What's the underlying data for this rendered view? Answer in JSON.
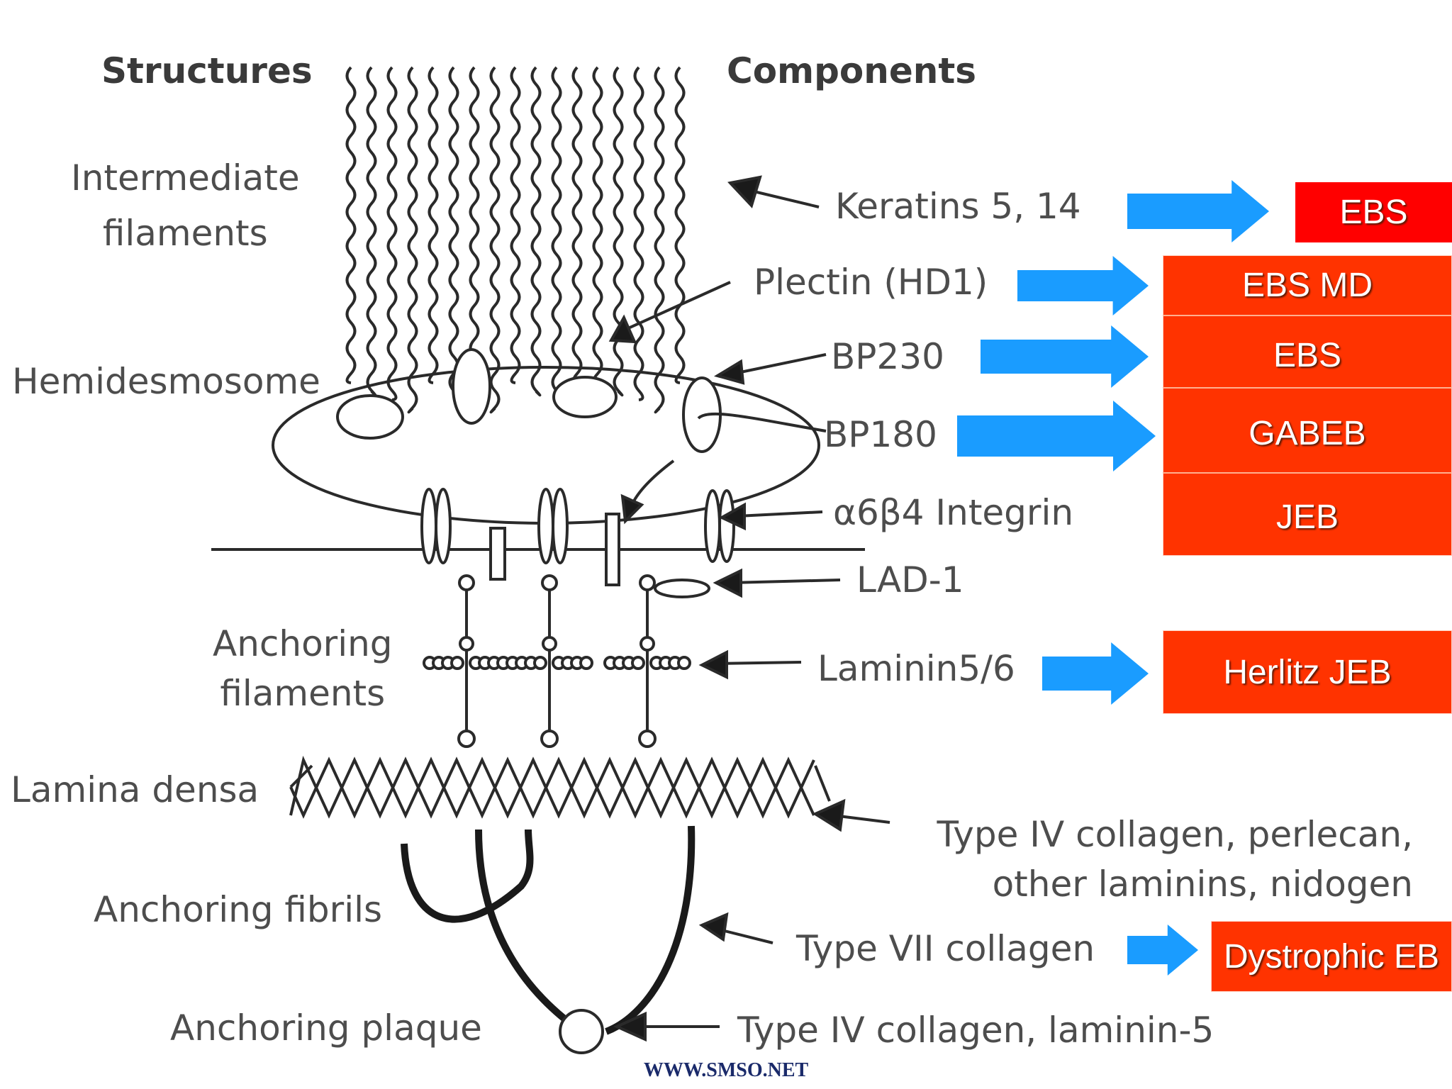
{
  "headings": {
    "structures": "Structures",
    "components": "Components"
  },
  "structures": {
    "intermediate_filaments": "Intermediate\nfilaments",
    "hemidesmosome": "Hemidesmosome",
    "anchoring_filaments": "Anchoring\nfilaments",
    "lamina_densa": "Lamina densa",
    "anchoring_fibrils": "Anchoring fibrils",
    "anchoring_plaque": "Anchoring plaque"
  },
  "components": {
    "keratins": "Keratins 5, 14",
    "plectin": "Plectin (HD1)",
    "bp230": "BP230",
    "bp180": "BP180",
    "integrin": "α6β4 Integrin",
    "lad1": "LAD-1",
    "laminin56": "Laminin5/6",
    "type4_collagen_perlecan": "Type IV collagen, perlecan,\nother laminins, nidogen",
    "type7_collagen": "Type VII collagen",
    "type4_collagen_laminin5": "Type IV collagen, laminin-5"
  },
  "diseases": {
    "keratins": "EBS",
    "plectin": "EBS MD",
    "bp230": "EBS",
    "bp180": "GABEB",
    "integrin": "JEB",
    "laminin": "Herlitz JEB",
    "collagen7": "Dystrophic EB"
  },
  "colors": {
    "arrow": "#1a9cff",
    "disease_box": "#ff3300",
    "disease_box_top": "#ff0000",
    "line_art": "#2a2a2a"
  },
  "footer": "WWW.SMSO.NET"
}
